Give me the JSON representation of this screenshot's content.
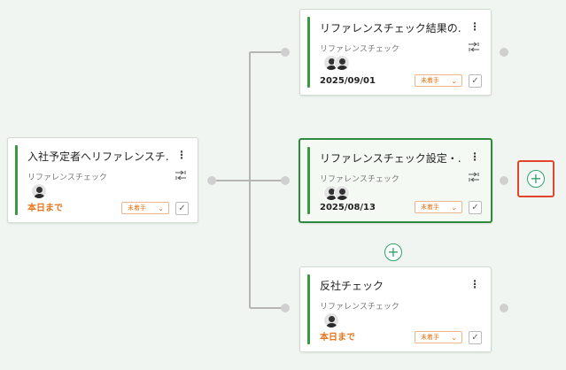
{
  "cards": {
    "root": {
      "title": "入社予定者へリファレンスチ…",
      "subtitle": "リファレンスチェック",
      "due": "本日まで",
      "status": "未着手"
    },
    "branch1": {
      "title": "リファレンスチェック結果の…",
      "subtitle": "リファレンスチェック",
      "date": "2025/09/01",
      "status": "未着手"
    },
    "branch2": {
      "title": "リファレンスチェック設定・…",
      "subtitle": "リファレンスチェック",
      "date": "2025/08/13",
      "status": "未着手"
    },
    "branch3": {
      "title": "反社チェック",
      "subtitle": "リファレンスチェック",
      "due": "本日まで",
      "status": "未着手"
    }
  },
  "icons": {
    "menu": "⋮",
    "chevron": "⌄",
    "check": "✓",
    "plus": "+"
  },
  "colors": {
    "accent": "#3a9a42",
    "status": "#e5761a",
    "add": "#2ea36a",
    "highlight": "#e1452b"
  }
}
